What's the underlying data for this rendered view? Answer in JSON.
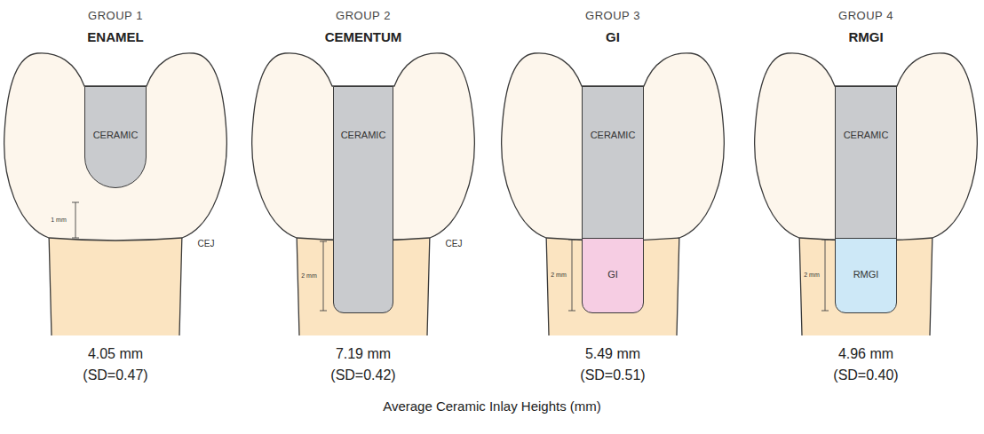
{
  "diagram": {
    "caption": "Average Ceramic Inlay Heights (mm)",
    "nodes": [
      {
        "text": [
          "CERAMIC"
        ]
      },
      {
        "text": [
          "CERAMIC"
        ]
      },
      {
        "text": [
          "CERAMIC"
        ]
      },
      {
        "text": [
          "GI"
        ]
      },
      {
        "text": [
          "CERAMIC"
        ]
      },
      {
        "text": [
          "RMGI"
        ]
      }
    ],
    "labels": [
      "GROUP 1",
      "ENAMEL",
      "1 mm",
      "CEJ",
      "4.05 mm",
      "(SD=0.47)",
      "GROUP 2",
      "CEMENTUM",
      "CEJ",
      "2 mm",
      "7.19 mm",
      "(SD=0.42)",
      "GROUP 3",
      "GI",
      "2 mm",
      "5.49 mm",
      "(SD=0.51)",
      "GROUP 4",
      "RMGI",
      "2 mm",
      "4.96 mm",
      "(SD=0.40)"
    ]
  }
}
